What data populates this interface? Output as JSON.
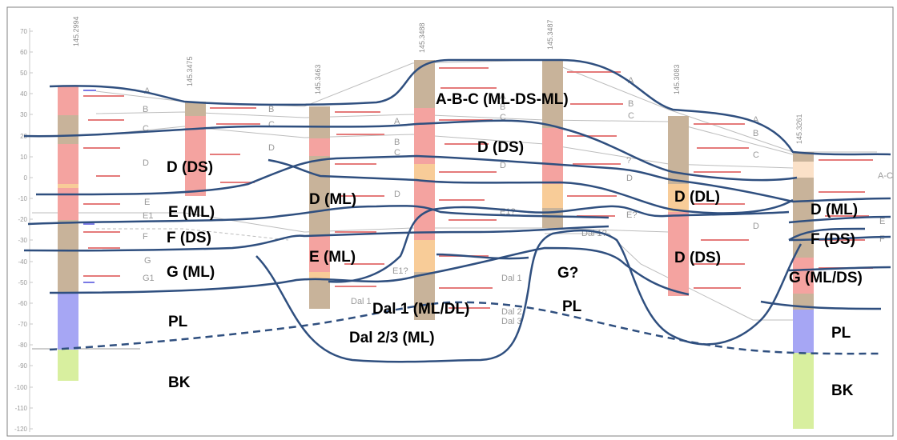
{
  "axis": {
    "ticks": [
      "70",
      "60",
      "50",
      "40",
      "30",
      "20",
      "10",
      "0",
      "-10",
      "-20",
      "-30",
      "-40",
      "-50",
      "-60",
      "-70",
      "-80",
      "-90",
      "-100",
      "-110",
      "-120"
    ]
  },
  "cores": [
    {
      "id": "145.2994"
    },
    {
      "id": "145.3475"
    },
    {
      "id": "145.3463"
    },
    {
      "id": "145.3488"
    },
    {
      "id": "145.3487"
    },
    {
      "id": "145.3083"
    },
    {
      "id": "145.3261"
    }
  ],
  "bed_letters": [
    "A",
    "B",
    "C",
    "D",
    "E",
    "E1",
    "F",
    "G",
    "G1",
    "B",
    "C",
    "D",
    "A",
    "B",
    "C",
    "D",
    "E1?",
    "A",
    "B",
    "C",
    "D",
    "E1?",
    "Dal 1",
    "Dal 1",
    "A",
    "B",
    "C",
    "?",
    "D",
    "E?",
    "Dal 1?",
    "Dal 2",
    "Dal 3",
    "A",
    "B",
    "C",
    "D",
    "A-C",
    "E",
    "F"
  ],
  "units": [
    {
      "label": "A-B-C (ML-DS-ML)"
    },
    {
      "label": "D (DS)"
    },
    {
      "label": "D (DS)"
    },
    {
      "label": "D (ML)"
    },
    {
      "label": "D (DL)"
    },
    {
      "label": "D (ML)"
    },
    {
      "label": "E (ML)"
    },
    {
      "label": "E (ML)"
    },
    {
      "label": "F (DS)"
    },
    {
      "label": "F (DS)"
    },
    {
      "label": "G (ML)"
    },
    {
      "label": "G?"
    },
    {
      "label": "G (ML/DS)"
    },
    {
      "label": "Dal 1 (ML/DL)"
    },
    {
      "label": "Dal 2/3 (ML)"
    },
    {
      "label": "PL"
    },
    {
      "label": "PL"
    },
    {
      "label": "PL"
    },
    {
      "label": "PL"
    },
    {
      "label": "BK"
    },
    {
      "label": "BK"
    },
    {
      "label": "D (DS)"
    }
  ],
  "colors": {
    "correlation_line": "#2f4f7f",
    "axis_text": "#9a9a9a",
    "tan": "#c8b39a",
    "pink": "#f4a3a0",
    "orange": "#f8cc98",
    "blue": "#a6a6f4",
    "green": "#d8ef9f"
  }
}
